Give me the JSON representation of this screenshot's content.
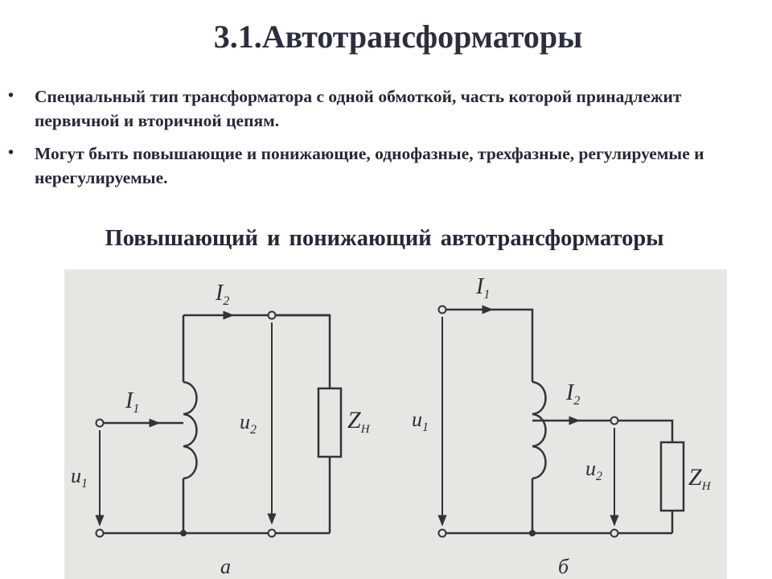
{
  "slide": {
    "title": "3.1.Автотрансформаторы",
    "bullets": [
      "Специальный тип трансформатора с одной обмоткой, часть которой принадлежит первичной и вторичной цепям.",
      "Могут быть повышающие и понижающие, однофазные, трехфазные, регулируемые и нерегулируемые."
    ],
    "bullet_glyph": "•",
    "subtitle": "Повышающий  и понижающий  автотрансформаторы"
  },
  "diagram": {
    "left": {
      "I2": "I",
      "I2_sub": "2",
      "I1": "I",
      "I1_sub": "1",
      "u2": "u",
      "u2_sub": "2",
      "u1": "u",
      "u1_sub": "1",
      "Z": "Z",
      "Z_sub": "Н",
      "caption": "а"
    },
    "right": {
      "I1": "I",
      "I1_sub": "1",
      "I2": "I",
      "I2_sub": "2",
      "u1": "u",
      "u1_sub": "1",
      "u2": "u",
      "u2_sub": "2",
      "Z": "Z",
      "Z_sub": "Н",
      "caption": "б"
    }
  }
}
